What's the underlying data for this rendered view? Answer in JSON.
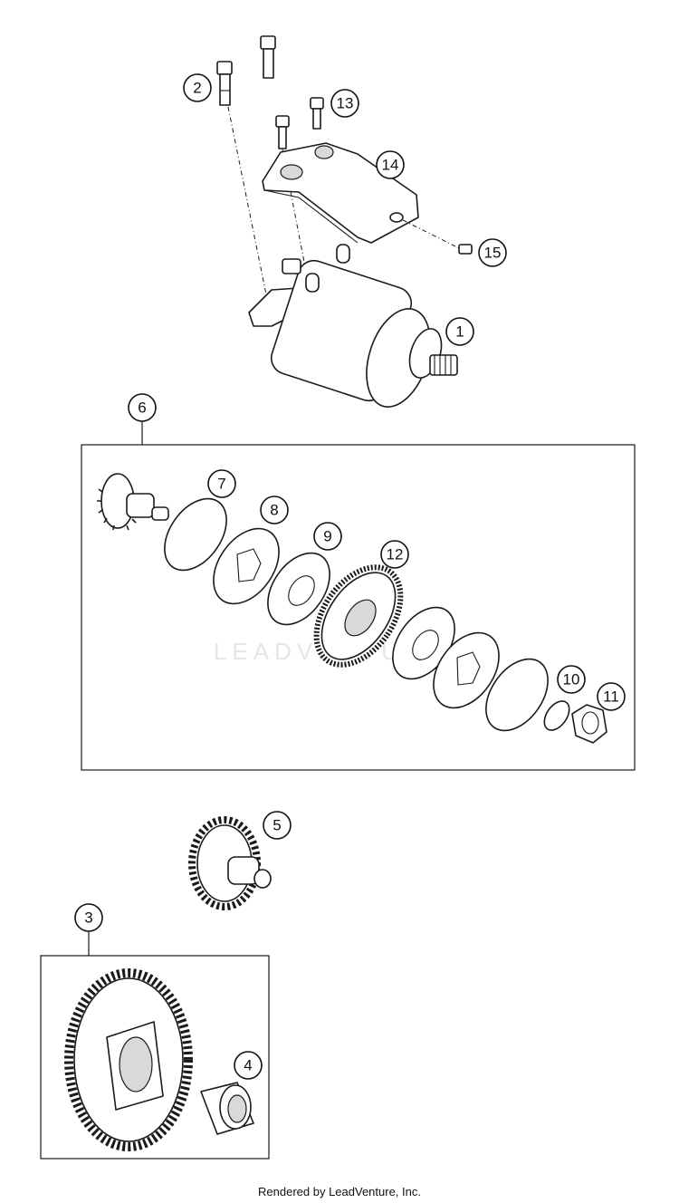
{
  "callouts": {
    "c1": "1",
    "c2": "2",
    "c3": "3",
    "c4": "4",
    "c5": "5",
    "c6": "6",
    "c7": "7",
    "c8": "8",
    "c9": "9",
    "c10": "10",
    "c11": "11",
    "c12": "12",
    "c13": "13",
    "c14": "14",
    "c15": "15"
  },
  "watermark": "LEADVENTURE",
  "footer": "Rendered by LeadVenture, Inc.",
  "colors": {
    "line": "#1a1a1a",
    "shade": "#d9d9d9",
    "background": "#ffffff"
  }
}
